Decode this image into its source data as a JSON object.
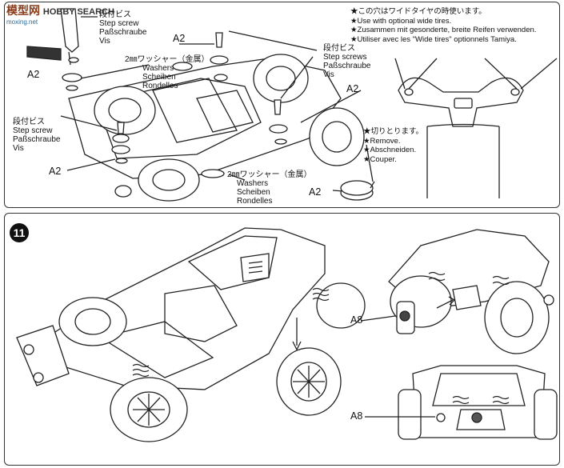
{
  "watermark": {
    "brand": "模型网",
    "search": "HOBBY SEARCH",
    "url": "moxing.net"
  },
  "top_panel": {
    "top_screw": {
      "jp": "段付ビス",
      "en": "Step screw",
      "de": "Paßschraube",
      "fr": "Vis"
    },
    "left_screw": {
      "jp": "段付ビス",
      "en": "Step screw",
      "de": "Paßschraube",
      "fr": "Vis"
    },
    "right_screws": {
      "jp": "段付ビス",
      "en": "Step screws",
      "de": "Paßschraube",
      "fr": "Vis"
    },
    "washer_top": {
      "jp": "2㎜ワッシャー（金属）",
      "en": "Washers",
      "de": "Scheiben",
      "fr": "Rondelles"
    },
    "washer_bottom": {
      "jp": "2㎜ワッシャー（金属）",
      "en": "Washers",
      "de": "Scheiben",
      "fr": "Rondelles"
    },
    "part_a2": "A2",
    "wide_tire_note": [
      "★この穴はワイドタイヤの時使います。",
      "★Use with optional wide tires.",
      "★Zusammen mit gesonderte, breite Reifen verwenden.",
      "★Utiliser avec les \"Wide tires\" optionnels Tamiya."
    ],
    "remove_note": [
      "★切りとります。",
      "★Remove.",
      "★Abschneiden.",
      "★Couper."
    ]
  },
  "bottom_panel": {
    "step_number": "11",
    "part_a8": "A8"
  }
}
